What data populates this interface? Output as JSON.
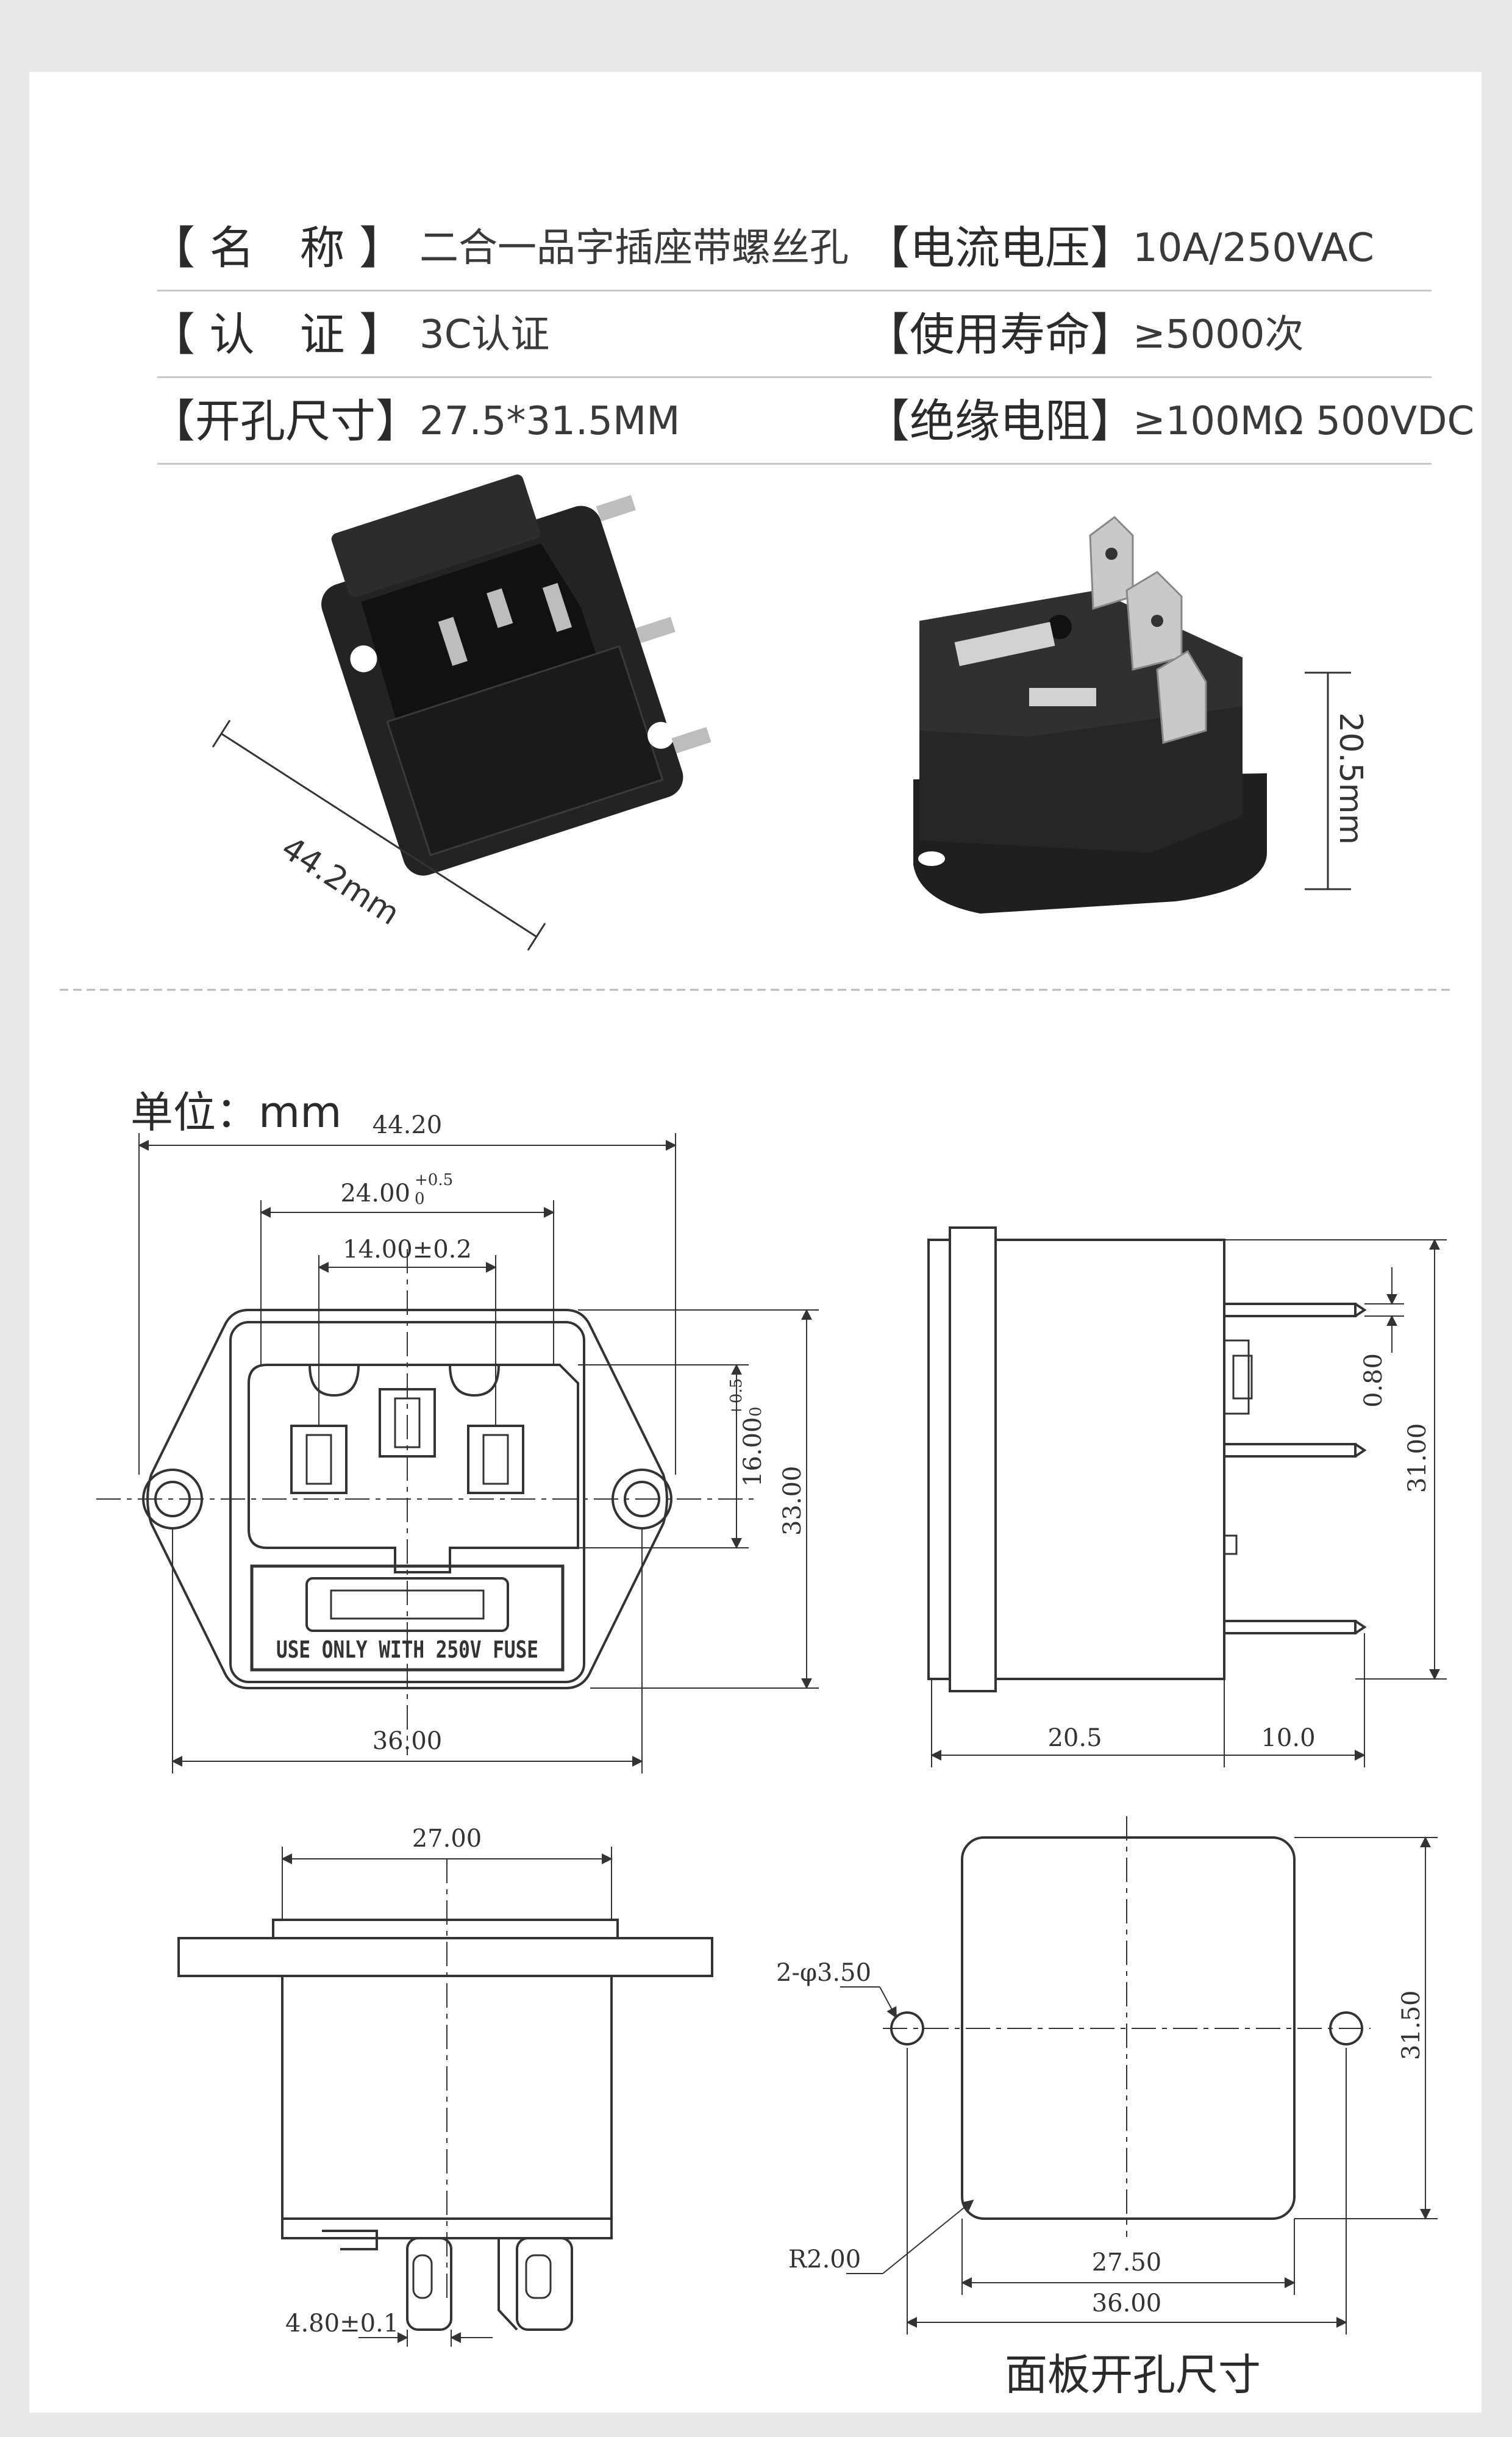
{
  "specs": [
    {
      "left_label": "【 名　称 】",
      "left_value": "二合一品字插座带螺丝孔",
      "right_label": "【电流电压】",
      "right_value": "10A/250VAC"
    },
    {
      "left_label": "【 认　证 】",
      "left_value": "3C认证",
      "right_label": "【使用寿命】",
      "right_value": "≥5000次"
    },
    {
      "left_label": "【开孔尺寸】",
      "left_value": "27.5*31.5MM",
      "right_label": "【绝缘电阻】",
      "right_value": "≥100MΩ 500VDC"
    }
  ],
  "photos": {
    "front_dim": "44.2mm",
    "side_dim": "20.5mm"
  },
  "unit_label": "单位：mm",
  "front_view": {
    "dim_width": "44.20",
    "dim_inner": "24.00",
    "dim_inner_tol_upper": "+0.5",
    "dim_inner_tol_lower": "0",
    "dim_pins": "14.00±0.2",
    "dim_body_height": "16.00",
    "dim_body_height_tol_upper": "+0.5",
    "dim_body_height_tol_lower": "0",
    "dim_height": "33.00",
    "dim_hole_spacing": "36.00",
    "fuse_label": "USE ONLY WITH 250V FUSE"
  },
  "side_view": {
    "dim_tab": "0.80",
    "dim_height": "31.00",
    "dim_body": "20.5",
    "dim_pins": "10.0"
  },
  "bottom_view": {
    "dim_width": "27.00",
    "dim_tab": "4.80±0.1"
  },
  "panel_cutout": {
    "dim_holes": "2-φ3.50",
    "dim_radius": "R2.00",
    "dim_height": "31.50",
    "dim_cut_width": "27.50",
    "dim_hole_spacing": "36.00",
    "caption": "面板开孔尺寸"
  },
  "colors": {
    "line": "#333333",
    "body": "#1c1c1c",
    "metal": "#c9c9c9"
  }
}
